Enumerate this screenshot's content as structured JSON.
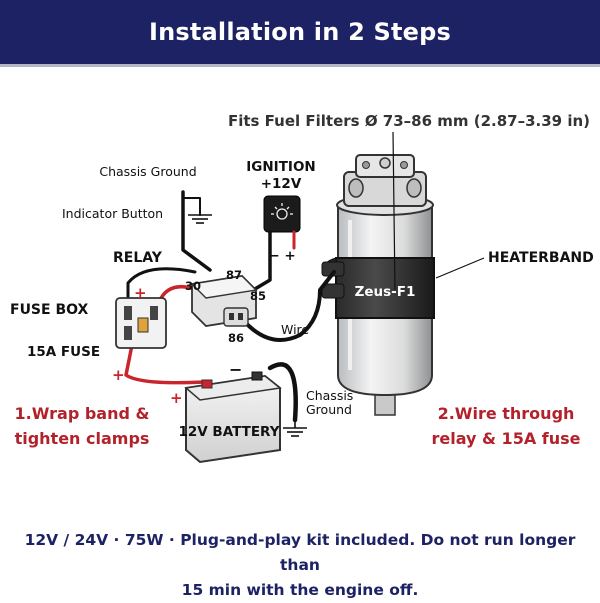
{
  "header": {
    "title": "Installation in 2 Steps"
  },
  "labels": {
    "fits": "Fits Fuel Filters Ø 73–86 mm (2.87–3.39 in)",
    "chassis_ground_top": "Chassis Ground",
    "ignition_line1": "IGNITION",
    "ignition_line2": "+12V",
    "indicator_button": "Indicator Button",
    "relay": "RELAY",
    "fuse_box": "FUSE BOX",
    "fuse_15a": "15A FUSE",
    "heaterband": "HEATERBAND",
    "band_brand": "Zeus-F1",
    "wire": "Wire",
    "battery": "12V BATTERY",
    "chassis_ground_bottom_1": "Chassis",
    "chassis_ground_bottom_2": "Ground",
    "pin_30": "30",
    "pin_87": "87",
    "pin_85": "85",
    "pin_86": "86",
    "plus": "+",
    "minus": "−",
    "ignition_terminals": "− +"
  },
  "steps": {
    "step1_line1": "1.Wrap band &",
    "step1_line2": "tighten clamps",
    "step2_line1": "2.Wire through",
    "step2_line2": "relay & 15A fuse"
  },
  "footer": {
    "line1": "12V / 24V · 75W · Plug-and-play kit included. Do not run longer than",
    "line2": "15 min with the engine off."
  },
  "colors": {
    "banner": "#1c2263",
    "step_text": "#b3222a",
    "wire_red": "#c8262c",
    "wire_black": "#111111",
    "footer_text": "#1c2263"
  }
}
